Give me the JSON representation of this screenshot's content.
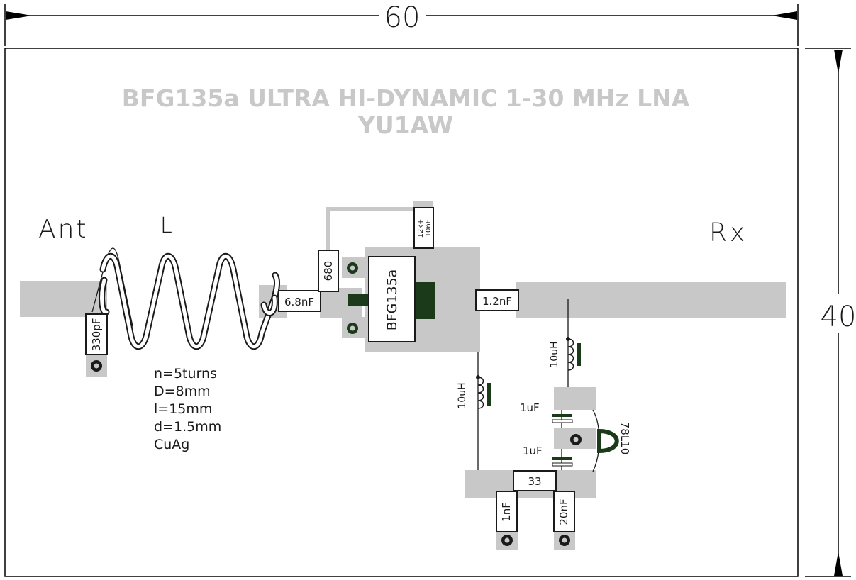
{
  "dimensions": {
    "width": "60",
    "height": "40"
  },
  "title": {
    "line1": "BFG135a ULTRA HI-DYNAMIC 1-30 MHz LNA",
    "line2": "YU1AW"
  },
  "connectors": {
    "input": "Ant",
    "output": "Rx",
    "coil": "L"
  },
  "transistor": {
    "label": "BFG135a"
  },
  "components": {
    "c_330pf": "330pF",
    "c_6n8": "6.8nF",
    "r_680": "680",
    "rc_12k": "12k+",
    "rc_10nf": "10nF",
    "c_1n2": "1.2nF",
    "l_10uh_a": "10uH",
    "l_10uh_b": "10uH",
    "c_1uf_a": "1uF",
    "c_1uf_b": "1uF",
    "regulator": "78L10",
    "r_33": "33",
    "c_1nf": "1nF",
    "c_20nf": "20nF"
  },
  "coil_specs": [
    "n=5turns",
    "D=8mm",
    "l=15mm",
    "d=1.5mm",
    "CuAg"
  ],
  "colors": {
    "copper": "#c8c8c8",
    "ink": "#1a1a1a",
    "title": "#c8c8c8",
    "transistor_tab": "#1a3a1a"
  }
}
